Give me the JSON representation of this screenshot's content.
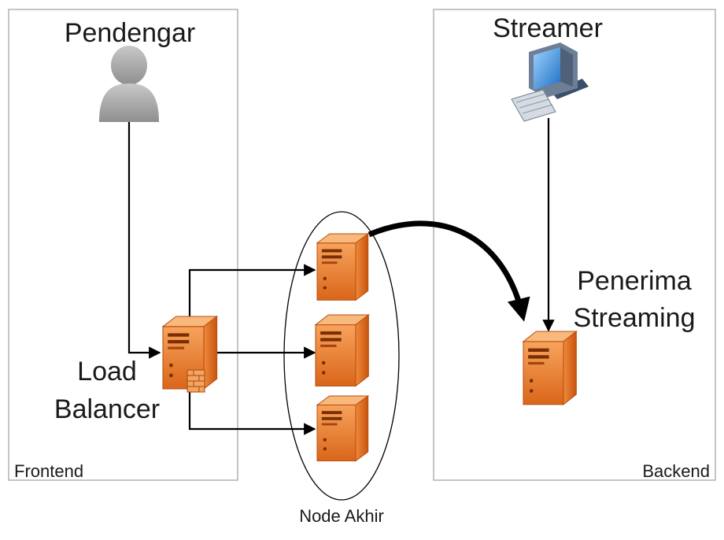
{
  "zones": {
    "frontend": "Frontend",
    "backend": "Backend"
  },
  "nodes": {
    "listener": "Pendengar",
    "streamer": "Streamer",
    "load_balancer": [
      "Load",
      "Balancer"
    ],
    "receiver": [
      "Penerima",
      "Streaming"
    ],
    "end_nodes": "Node Akhir"
  },
  "icons": {
    "listener": "user-icon",
    "streamer": "desktop-computer-icon",
    "load_balancer": "server-with-firewall-icon",
    "end_node": "server-icon",
    "receiver": "server-icon"
  },
  "colors": {
    "server": "#e87722",
    "zone_border": "#a6a6a6",
    "user": "#a6a6a6"
  }
}
